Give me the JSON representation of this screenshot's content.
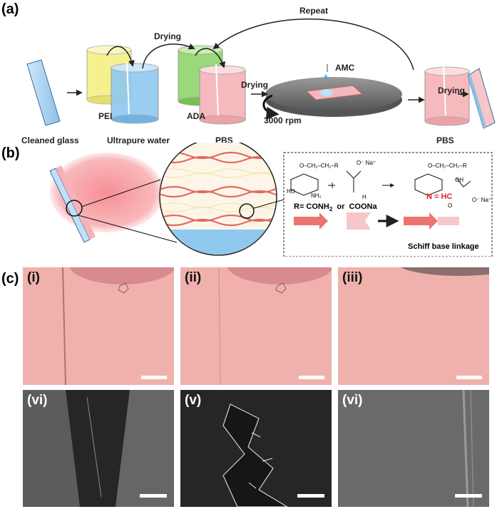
{
  "panel_a": {
    "label": "(a)",
    "steps": {
      "cleaned_glass": "Cleaned glass",
      "ultrapure_water": "Ultrapure water",
      "pbs_1": "PBS",
      "pbs_2": "PBS",
      "pei": "PEI",
      "ada": "ADA",
      "drying_1": "Drying",
      "drying_2": "Drying",
      "drying_3": "Drying",
      "repeat": "Repeat",
      "amc": "AMC",
      "rpm": "3000 rpm"
    }
  },
  "panel_b": {
    "label": "(b)",
    "chem": {
      "r_def_prefix": "R= CONH",
      "r_def_sub": "2",
      "r_def_suffix": "  or  COONa",
      "linkage": "Schiff base linkage",
      "imine": "N = HC",
      "chain_1": "O–CH₂–CH₂–R",
      "chain_2": "O–CH₂–CH₂–R",
      "na_1": "O⁻ Na⁺",
      "na_2": "O⁻ Na⁺",
      "oh": "OH",
      "ho": "HO",
      "nh2": "NH₂",
      "h": "H",
      "o": "O"
    }
  },
  "panel_c": {
    "label": "(c)",
    "images": [
      {
        "label": "(i)"
      },
      {
        "label": "(ii)"
      },
      {
        "label": "(iii)"
      },
      {
        "label": "(vi)"
      },
      {
        "label": "(v)"
      },
      {
        "label": "(vi)"
      }
    ]
  },
  "colors": {
    "pei": "#f2ee7a",
    "water": "#8ec8ef",
    "ada": "#8fd46a",
    "pbs": "#f6b9bd",
    "coating": "#f4a8ac",
    "fiber": "#e36a64",
    "micro_pink": "#f0b1ad",
    "sem_dark": "#2c2c2c",
    "sem_gray": "#6e6e6e",
    "imine_red": "#e0202a"
  }
}
